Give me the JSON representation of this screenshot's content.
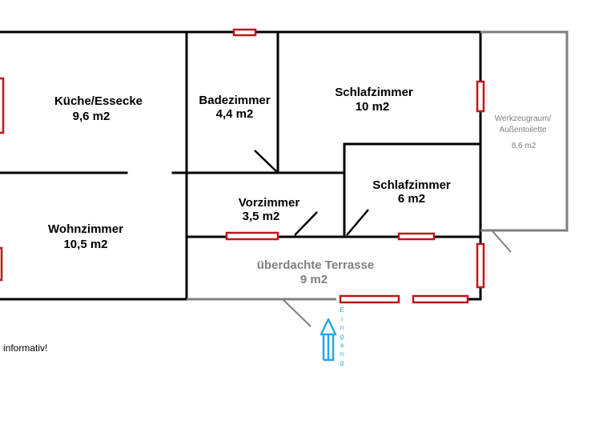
{
  "rooms": {
    "kueche": {
      "name": "Küche/Essecke",
      "area": "9,6 m2"
    },
    "bad": {
      "name": "Badezimmer",
      "area": "4,4 m2"
    },
    "schlaf1": {
      "name": "Schlafzimmer",
      "area": "10 m2"
    },
    "werkzeug": {
      "name1": "Werkzeugraum/",
      "name2": "Außentoilette",
      "area": "8,6 m2"
    },
    "wohn": {
      "name": "Wohnzimmer",
      "area": "10,5 m2"
    },
    "vor": {
      "name": "Vorzimmer",
      "area": "3,5 m2"
    },
    "schlaf2": {
      "name": "Schlafzimmer",
      "area": "6 m2"
    },
    "terrasse": {
      "name": "überdachte Terrasse",
      "area": "9 m2"
    }
  },
  "entrance": {
    "label": "Eingang",
    "letters": [
      "E",
      "i",
      "n",
      "g",
      "a",
      "n",
      "g"
    ]
  },
  "note": "informativ!",
  "colors": {
    "wall": "#000000",
    "outer_wall": "#7f7f7f",
    "window": "#c0151c",
    "entrance": "#2aa7e0"
  }
}
